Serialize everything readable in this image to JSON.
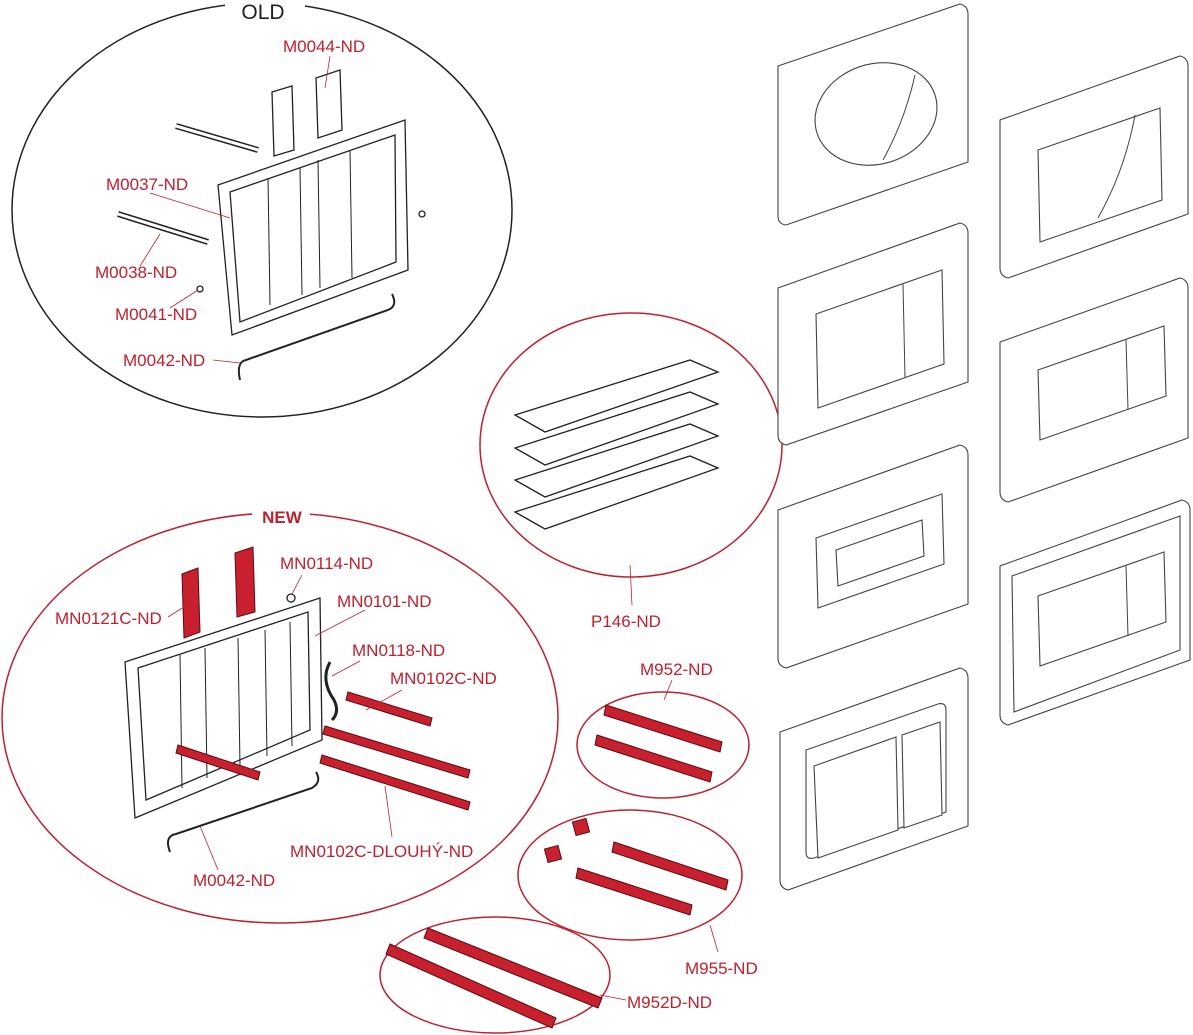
{
  "groups": {
    "old_title": "OLD",
    "new_title": "NEW"
  },
  "labels": {
    "m0044": "M0044-ND",
    "m0037": "M0037-ND",
    "m0038": "M0038-ND",
    "m0041": "M0041-ND",
    "m0042_old": "M0042-ND",
    "p146": "P146-ND",
    "m952": "M952-ND",
    "m955": "M955-ND",
    "m952d": "M952D-ND",
    "mn0114": "MN0114-ND",
    "mn0121c": "MN0121C-ND",
    "mn0101": "MN0101-ND",
    "mn0118": "MN0118-ND",
    "mn0102c": "MN0102C-ND",
    "mn0102c_long": "MN0102C-DLOUHÝ-ND",
    "m0042_new": "M0042-ND"
  },
  "colors": {
    "accent": "#c8202e",
    "line": "#222222"
  }
}
